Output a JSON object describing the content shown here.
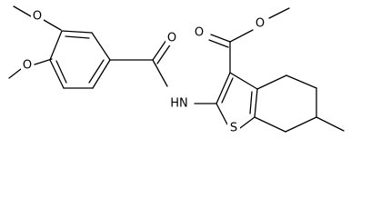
{
  "molecule": {
    "atoms": {
      "o_methoxy_top": "O",
      "o_methoxy_left": "O",
      "o_amide": "O",
      "nh_amide": "HN",
      "o_ester_carbonyl": "O",
      "o_ester_single": "O",
      "s_thiophene": "S"
    }
  }
}
